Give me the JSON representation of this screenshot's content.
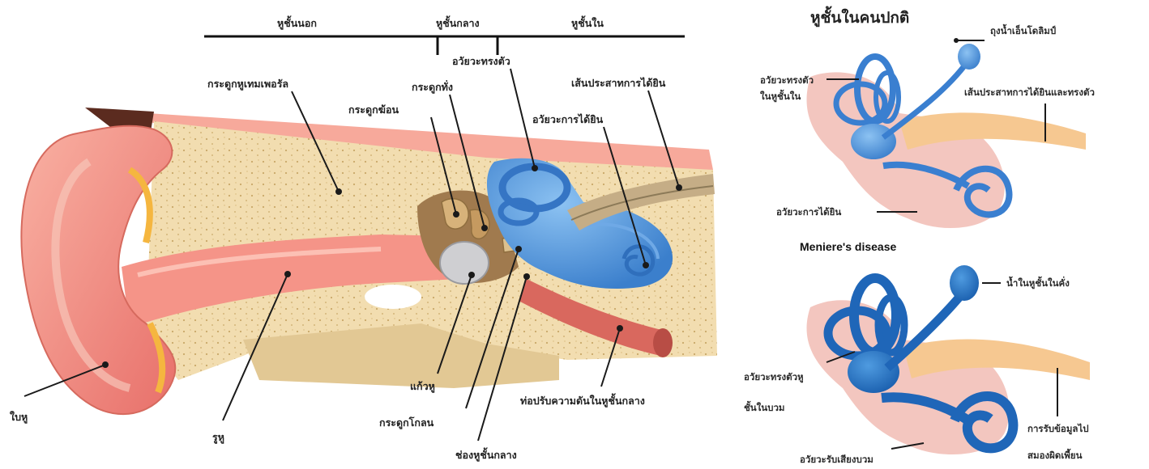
{
  "main_diagram": {
    "sections": {
      "outer": "หูชั้นนอก",
      "middle": "หูชั้นกลาง",
      "inner": "หูชั้นใน"
    },
    "labels": {
      "temporal_bone": "กระดูกหูเทมเพอรัล",
      "incus": "กระดูกทั่ง",
      "malleus": "กระดูกฆ้อน",
      "vestibular": "อวัยวะทรงตัว",
      "cochlear_nerve": "เส้นประสาทการได้ยิน",
      "cochlea": "อวัยวะการได้ยิน",
      "pinna": "ใบหู",
      "ear_canal": "รูหู",
      "eardrum": "แก้วหู",
      "stapes": "กระดูกโกลน",
      "middle_ear_cavity": "ช่องหูชั้นกลาง",
      "eustachian_tube": "ท่อปรับความดันในหูชั้นกลาง"
    }
  },
  "normal_panel": {
    "title": "หูชั้นในคนปกติ",
    "labels": {
      "endolymphatic_sac": "ถุงน้ำเอ็นโดลิมป์",
      "vestibular_inner_1": "อวัยวะทรงตัว",
      "vestibular_inner_2": "ในหูชั้นใน",
      "nerve": "เส้นประสาทการได้ยินและทรงตัว",
      "cochlea": "อวัยวะการได้ยิน"
    }
  },
  "meniere_panel": {
    "title": "Meniere's disease",
    "labels": {
      "fluid": "น้ำในหูชั้นในคั่ง",
      "swollen_vestibular_1": "อวัยวะทรงตัวหู",
      "swollen_vestibular_2": "ชั้นในบวม",
      "abnormal_1": "การรับข้อมูลไป",
      "abnormal_2": "สมองผิดเพี้ยน",
      "swollen_cochlea": "อวัยวะรับเสียงบวม"
    }
  },
  "colors": {
    "skin": "#f08878",
    "skin_light": "#f8b8a8",
    "bone": "#f2ddb0",
    "bone_dot": "#c9a868",
    "inner_blue": "#4a8fd6",
    "inner_blue_dark": "#1f63b4",
    "nerve": "#f6c891",
    "ossicle": "#b89a6a"
  }
}
